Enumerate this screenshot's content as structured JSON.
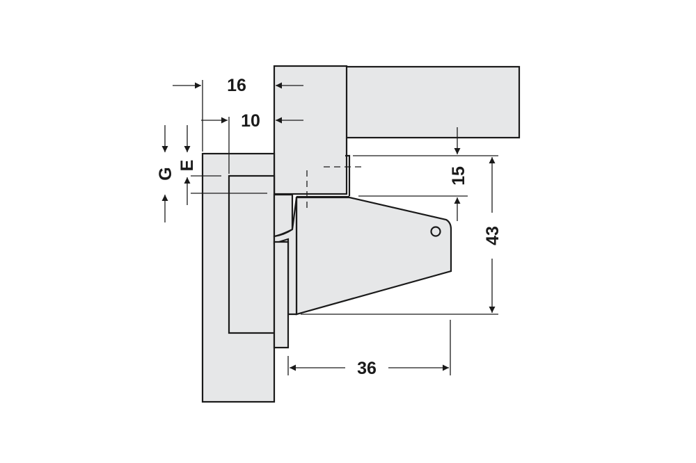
{
  "colors": {
    "part_fill": "#e6e7e8",
    "line": "#1a1a1a",
    "background": "#ffffff"
  },
  "dimensions": {
    "d16": "16",
    "d10": "10",
    "dG": "G",
    "dE": "E",
    "d15": "15",
    "d43": "43",
    "d36": "36"
  }
}
